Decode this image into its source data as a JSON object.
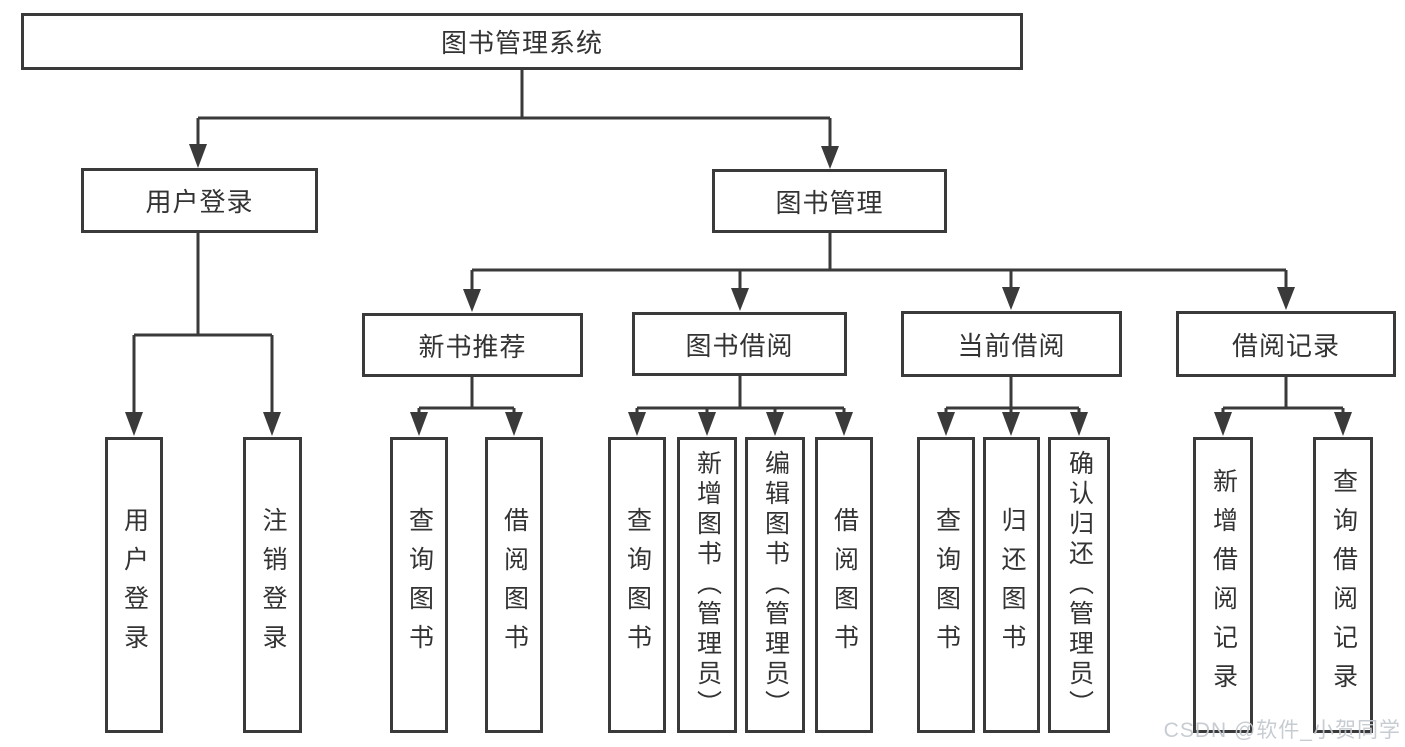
{
  "diagram": {
    "title": "图书管理系统",
    "root": {
      "label": "图书管理系统"
    },
    "branches": [
      {
        "label": "用户登录",
        "children": [
          {
            "label": "用户登录"
          },
          {
            "label": "注销登录"
          }
        ]
      },
      {
        "label": "图书管理",
        "children": [
          {
            "label": "新书推荐",
            "children": [
              {
                "label": "查询图书"
              },
              {
                "label": "借阅图书"
              }
            ]
          },
          {
            "label": "图书借阅",
            "children": [
              {
                "label": "查询图书"
              },
              {
                "label": "新增图书（管理员）"
              },
              {
                "label": "编辑图书（管理员）"
              },
              {
                "label": "借阅图书"
              }
            ]
          },
          {
            "label": "当前借阅",
            "children": [
              {
                "label": "查询图书"
              },
              {
                "label": "归还图书"
              },
              {
                "label": "确认归还（管理员）"
              }
            ]
          },
          {
            "label": "借阅记录",
            "children": [
              {
                "label": "新增借阅记录"
              },
              {
                "label": "查询借阅记录"
              }
            ]
          }
        ]
      }
    ]
  },
  "watermark": {
    "text": "CSDN @软件_小贺同学"
  },
  "colors": {
    "line": "#3a3a3a",
    "box_border": "#3a3a3a",
    "text": "#333333",
    "background": "#ffffff",
    "watermark": "#c4c9d0"
  }
}
